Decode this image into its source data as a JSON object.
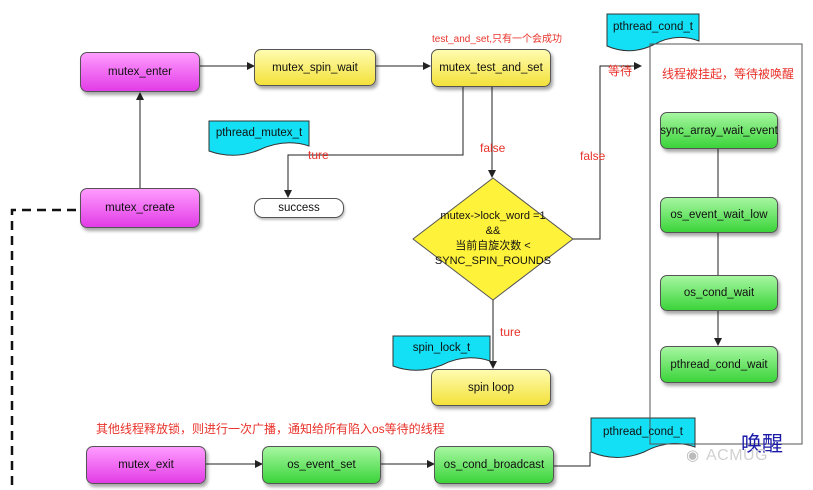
{
  "nodes": {
    "mutex_enter": "mutex_enter",
    "mutex_create": "mutex_create",
    "mutex_spin_wait": "mutex_spin_wait",
    "mutex_test_and_set": "mutex_test_and_set",
    "success": "success",
    "spin_loop": "spin loop",
    "mutex_exit": "mutex_exit",
    "os_event_set": "os_event_set",
    "os_cond_broadcast": "os_cond_broadcast",
    "sync_array_wait_event": "sync_array_wait_event",
    "os_event_wait_low": "os_event_wait_low",
    "os_cond_wait": "os_cond_wait",
    "pthread_cond_wait": "pthread_cond_wait"
  },
  "tags": {
    "pthread_mutex_t": "pthread_mutex_t",
    "spin_lock_t": "spin_lock_t",
    "pthread_cond_t_top": "pthread_cond_t",
    "pthread_cond_t_bottom": "pthread_cond_t"
  },
  "diamond": {
    "line1": "mutex->lock_word =1",
    "line2": "&&",
    "line3": "当前自旋次数 <",
    "line4": "SYNC_SPIN_ROUNDS"
  },
  "labels": {
    "test_and_set_note": "test_and_set,只有一个会成功",
    "false_1": "false",
    "false_2": "false",
    "ture_1": "ture",
    "ture_2": "ture",
    "wait": "等待",
    "suspended": "线程被挂起，等待被唤醒",
    "broadcast_note": "其他线程释放锁，则进行一次广播，通知给所有陷入os等待的线程",
    "wake": "唤醒"
  },
  "watermark": {
    "text": "ACMUG"
  },
  "colors": {
    "magenta": "#e23ce6",
    "yellow": "#f3e13a",
    "green": "#3bd43a",
    "cyan": "#13e0f5",
    "red_text": "#e8322a",
    "wake_text": "#1a1aa8"
  }
}
